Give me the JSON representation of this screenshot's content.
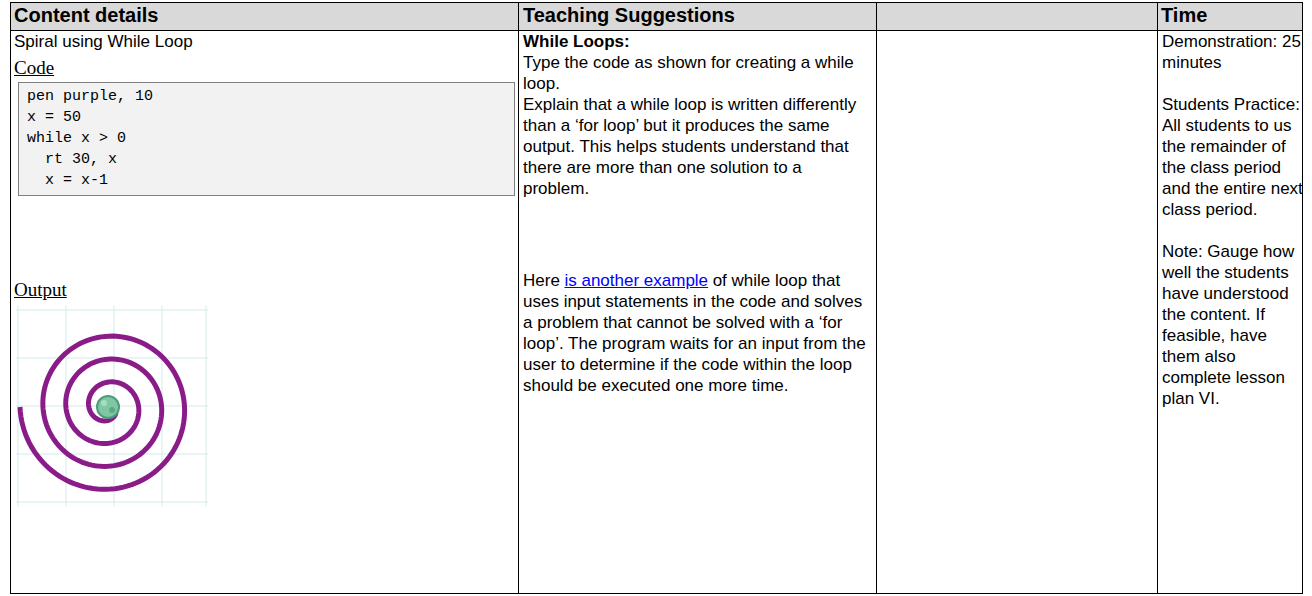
{
  "diagram": {
    "nodes": [
      {
        "text": [
          "pen purple, 10",
          "x = 50",
          "while x > 0",
          "rt 30, x",
          "x = x-1"
        ]
      }
    ],
    "labels": [
      "Content details",
      "Teaching Suggestions",
      "Time",
      "Spiral using While Loop",
      "Code",
      "Output",
      "While Loops:",
      "Type the code as shown for creating a while loop.",
      "Explain that a while loop is written differently than a ‘for loop’ but it produces the same output. This helps students understand that there are more than one solution to a problem.",
      "Here",
      "is another example",
      "of while loop that uses input statements in the code and solves a problem that cannot be solved with a ‘for loop’. The program waits for an input from the user to determine if the code within the loop should be executed one more time.",
      "Demonstration: 25 minutes",
      "Students Practice: All students to us the remainder of the class period and the entire next class period.",
      "Note: Gauge how well the students have understood the content. If feasible, have them also complete lesson plan VI."
    ]
  }
}
